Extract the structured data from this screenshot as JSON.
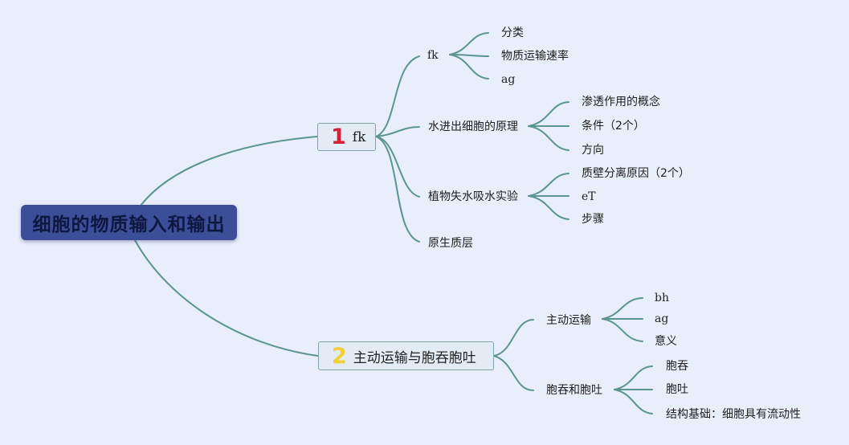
{
  "root": "细胞的物质输入和输出",
  "topics": [
    {
      "num": "1",
      "label": "fk",
      "children": [
        {
          "label": "fk",
          "children": [
            "分类",
            "物质运输速率",
            "ag"
          ]
        },
        {
          "label": "水进出细胞的原理",
          "children": [
            "渗透作用的概念",
            "条件（2个）",
            "方向"
          ]
        },
        {
          "label": "植物失水吸水实验",
          "children": [
            "质壁分离原因（2个）",
            "eT",
            "步骤"
          ]
        },
        {
          "label": "原生质层",
          "children": []
        }
      ]
    },
    {
      "num": "2",
      "label": "主动运输与胞吞胞吐",
      "children": [
        {
          "label": "主动运输",
          "children": [
            "bh",
            "ag",
            "意义"
          ]
        },
        {
          "label": "胞吞和胞吐",
          "children": [
            "胞吞",
            "胞吐",
            "结构基础：细胞具有流动性"
          ]
        }
      ]
    }
  ],
  "colors": {
    "background": "#e9eefb",
    "root_fill": "#3d4e98",
    "topic_fill": "#e3ecf4",
    "connector": "#5a9590",
    "number_1": "#d6203a",
    "number_2": "#f3cf36"
  }
}
